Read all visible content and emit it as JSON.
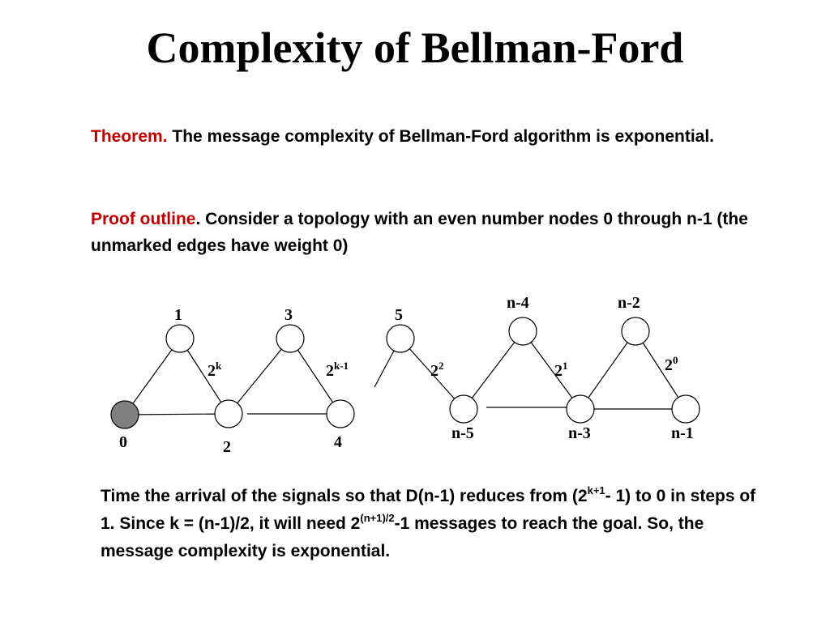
{
  "title": "Complexity of Bellman-Ford",
  "theorem": {
    "lead": "Theorem.",
    "text": " The message complexity of Bellman-Ford algorithm is exponential."
  },
  "proof": {
    "lead": "Proof outline",
    "text": ". Consider a topology with an even number nodes 0 through n-1 (the unmarked edges have weight 0)"
  },
  "diagram": {
    "node_labels": {
      "n0": "0",
      "n1": "1",
      "n2": "2",
      "n3": "3",
      "n4": "4",
      "n5": "5",
      "nm5": "n-5",
      "nm4": "n-4",
      "nm3": "n-3",
      "nm2": "n-2",
      "nm1": "n-1"
    },
    "edge_weights": {
      "w1": {
        "base": "2",
        "exp": "k"
      },
      "w2": {
        "base": "2",
        "exp": "k-1"
      },
      "w3": {
        "base": "2",
        "exp": "2"
      },
      "w4": {
        "base": "2",
        "exp": "1"
      },
      "w5": {
        "base": "2",
        "exp": "0"
      }
    },
    "colors": {
      "start_node_fill": "#808080",
      "node_fill": "#ffffff",
      "stroke": "#000000"
    }
  },
  "conclusion": {
    "p1": "Time the arrival of the signals so that D(n-1) reduces from (2",
    "sup1": "k+1",
    "p2": "- 1) to 0 in steps of 1. Since k = (n-1)/2, it will need 2",
    "sup2": "(n+1)/2",
    "p3": "-1 messages to reach the goal. So, the message complexity is exponential."
  }
}
